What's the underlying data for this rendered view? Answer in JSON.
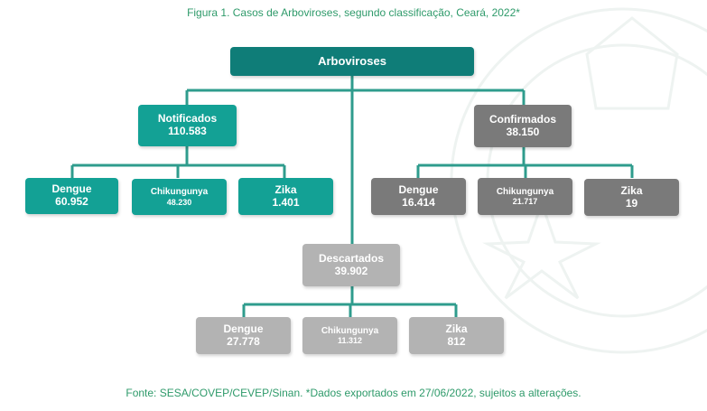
{
  "caption_top": "Figura 1. Casos de Arboviroses, segundo classificação, Ceará, 2022*",
  "caption_bottom": "Fonte: SESA/COVEP/CEVEP/Sinan. *Dados exportados em 27/06/2022, sujeitos a alterações.",
  "colors": {
    "root": "#0f7d78",
    "notificados": "#13a195",
    "confirmados": "#7a7a7a",
    "descartados": "#b3b3b3",
    "connector": "#2f9c8d",
    "caption": "#2e9a6a"
  },
  "tree": {
    "root": {
      "label": "Arboviroses"
    },
    "notificados": {
      "label": "Notificados",
      "value": "110.583",
      "children": [
        {
          "label": "Dengue",
          "value": "60.952"
        },
        {
          "label": "Chikungunya",
          "value": "48.230"
        },
        {
          "label": "Zika",
          "value": "1.401"
        }
      ]
    },
    "confirmados": {
      "label": "Confirmados",
      "value": "38.150",
      "children": [
        {
          "label": "Dengue",
          "value": "16.414"
        },
        {
          "label": "Chikungunya",
          "value": "21.717"
        },
        {
          "label": "Zika",
          "value": "19"
        }
      ]
    },
    "descartados": {
      "label": "Descartados",
      "value": "39.902",
      "children": [
        {
          "label": "Dengue",
          "value": "27.778"
        },
        {
          "label": "Chikungunya",
          "value": "11.312"
        },
        {
          "label": "Zika",
          "value": "812"
        }
      ]
    }
  }
}
